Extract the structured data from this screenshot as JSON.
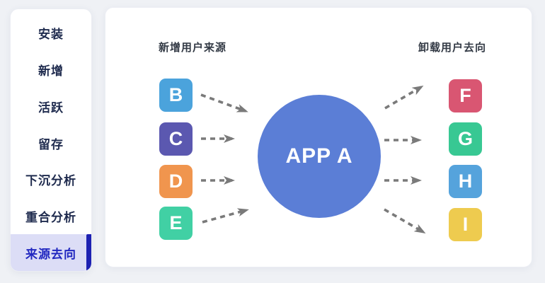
{
  "sidebar": {
    "items": [
      {
        "label": "安装",
        "selected": false
      },
      {
        "label": "新增",
        "selected": false
      },
      {
        "label": "活跃",
        "selected": false
      },
      {
        "label": "留存",
        "selected": false
      },
      {
        "label": "下沉分析",
        "selected": false
      },
      {
        "label": "重合分析",
        "selected": false
      },
      {
        "label": "来源去向",
        "selected": true
      }
    ],
    "text_color": "#1f2b4e",
    "selected_text_color": "#2127c0",
    "selected_bg": "#dcddf6",
    "selected_bar_color": "#1d21b2"
  },
  "diagram": {
    "source_caption": "新增用户来源",
    "target_caption": "卸载用户去向",
    "center_node": {
      "label": "APP A",
      "color": "#5b7ed6"
    },
    "sources": [
      {
        "label": "B",
        "color": "#4ba3dc"
      },
      {
        "label": "C",
        "color": "#5b58b0"
      },
      {
        "label": "D",
        "color": "#f0954e"
      },
      {
        "label": "E",
        "color": "#41d0a4"
      }
    ],
    "destinations": [
      {
        "label": "F",
        "color": "#d95672"
      },
      {
        "label": "G",
        "color": "#38c893"
      },
      {
        "label": "H",
        "color": "#55a3dc"
      },
      {
        "label": "I",
        "color": "#eecb4f"
      }
    ],
    "arrow_color": "#7a7a7a"
  }
}
